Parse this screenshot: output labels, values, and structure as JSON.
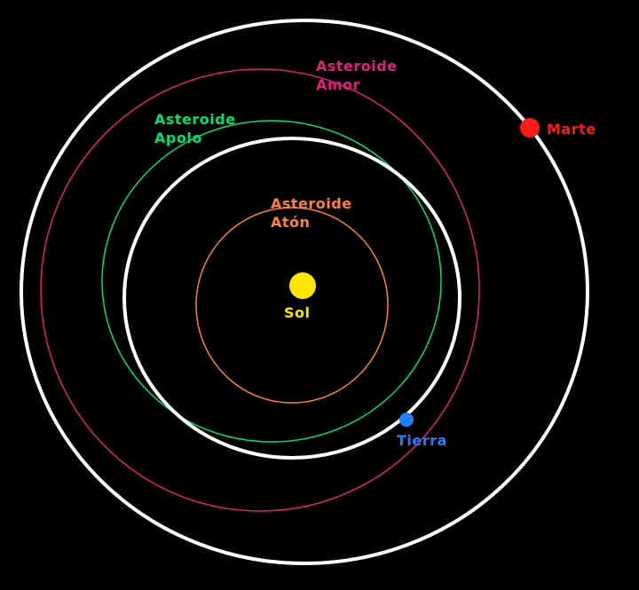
{
  "diagram": {
    "background": "#000000",
    "labels": {
      "sun": "Sol",
      "earth": "Tierra",
      "mars": "Marte",
      "aten_line1": "Asteroide",
      "aten_line2": "Atón",
      "apollo_line1": "Asteroide",
      "apollo_line2": "Apolo",
      "amor_line1": "Asteroide",
      "amor_line2": "Amor"
    },
    "colors": {
      "sun": "#ffe600",
      "earth": "#1f7fff",
      "mars": "#ff1a1a",
      "planet_orbit": "#ffffff",
      "aten": "#ff8040",
      "apollo": "#00e070",
      "amor": "#e0207a"
    }
  }
}
